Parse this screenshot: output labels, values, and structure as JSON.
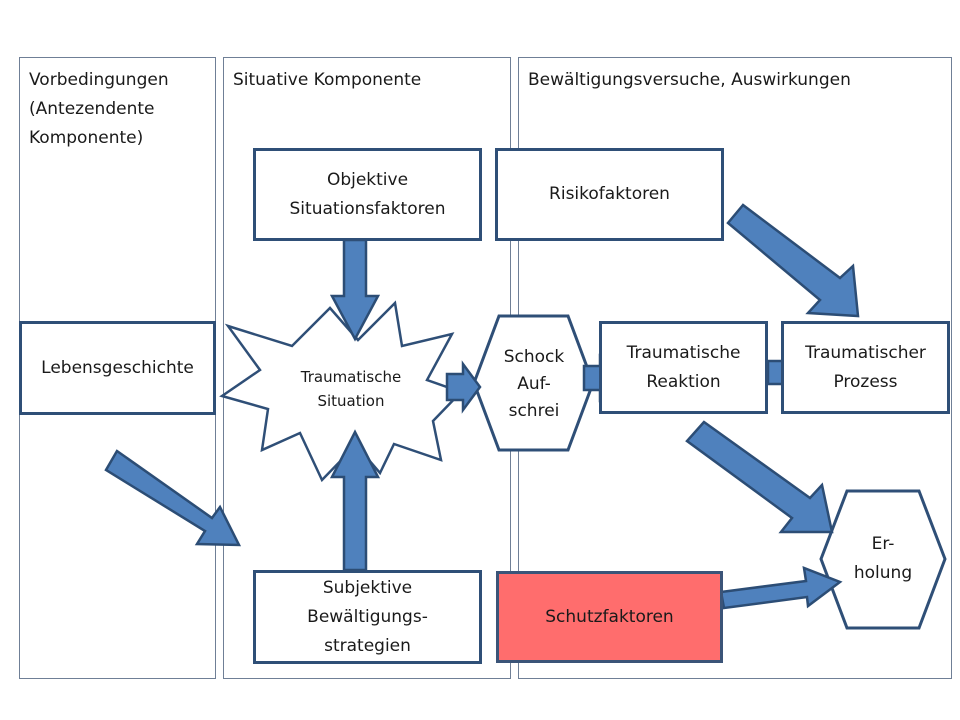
{
  "columns": [
    {
      "title": "Vorbedingungen\n(Antezendente\nKomponente)"
    },
    {
      "title": "Situative Komponente"
    },
    {
      "title": "Bewältigungsversuche, Auswirkungen"
    }
  ],
  "nodes": {
    "lebensgeschichte": "Lebensgeschichte",
    "objektive": "Objektive\nSituationsfaktoren",
    "subjektive": "Subjektive\nBewältigungs-\nstrategien",
    "traumatische_situation": "Traumatische\nSituation",
    "schock": "Schock\nAuf-\nschrei",
    "risikofaktoren": "Risikofaktoren",
    "traumatische_reaktion": "Traumatische\nReaktion",
    "traumatischer_prozess": "Traumatischer\nProzess",
    "schutzfaktoren": "Schutzfaktoren",
    "erholung": "Er-\nholung"
  },
  "colors": {
    "box_border": "#2f4f77",
    "arrow_fill": "#4f81bd",
    "arrow_stroke": "#2c4d75",
    "schutzfaktoren_fill": "#ff6d6d"
  }
}
